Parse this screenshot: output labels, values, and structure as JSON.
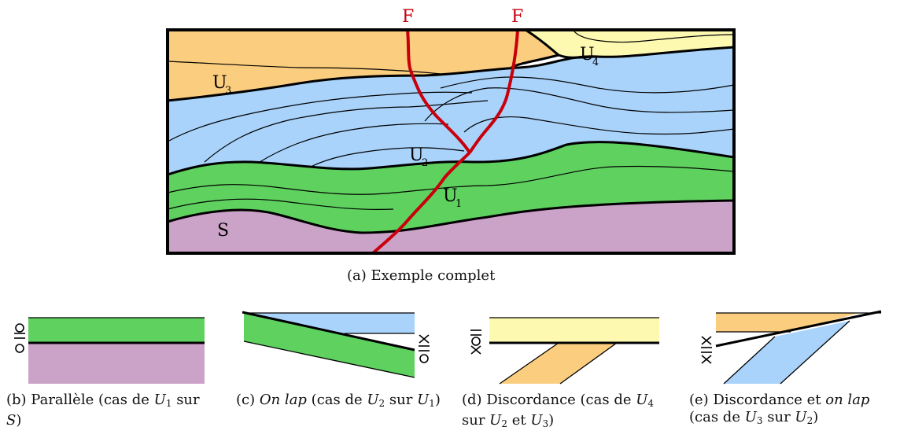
{
  "colors": {
    "s_purple": "#cca3c8",
    "u1_green": "#5fd15f",
    "u2_blue": "#a9d3fb",
    "u3_orange": "#fbcd7e",
    "u4_yellow": "#fdf9b0",
    "fault_red": "#c8000c",
    "line_black": "#000000"
  },
  "main_figure": {
    "fault_labels": [
      "F",
      "F"
    ],
    "units": {
      "u3": {
        "base": "U",
        "sub": "3"
      },
      "u4": {
        "base": "U",
        "sub": "4"
      },
      "u2": {
        "base": "U",
        "sub": "2"
      },
      "u1": {
        "base": "U",
        "sub": "1"
      },
      "s": {
        "base": "S"
      }
    },
    "caption": "(a) Exemple complet"
  },
  "panels": [
    {
      "id": "b",
      "symbol": "=O",
      "caption": {
        "prefix": "(b) Parallèle (cas de ",
        "u": "U",
        "u_sub": "1",
        "mid": " sur ",
        "s": "S",
        "end": ")"
      }
    },
    {
      "id": "c",
      "symbol": "=X over O",
      "caption": {
        "prefix": "(c) ",
        "italic": "On lap",
        "mid1": " (cas de ",
        "u_a": "U",
        "u_a_sub": "2",
        "mid2": " sur ",
        "u_b": "U",
        "u_b_sub": "1",
        "end": ")"
      }
    },
    {
      "id": "d",
      "symbol": "=O over X",
      "caption": {
        "prefix": "(d) Discordance (cas de ",
        "u_a": "U",
        "u_a_sub": "4",
        "mid1": " sur ",
        "u_b": "U",
        "u_b_sub": "2",
        "mid2": " et ",
        "u_c": "U",
        "u_c_sub": "3",
        "end": ")"
      }
    },
    {
      "id": "e",
      "symbol": "=X over X",
      "caption": {
        "prefix": "(e) Discordance et ",
        "italic": "on lap",
        "mid1": " (cas de ",
        "u_a": "U",
        "u_a_sub": "3",
        "mid2": " sur ",
        "u_b": "U",
        "u_b_sub": "2",
        "end": ")"
      }
    }
  ]
}
